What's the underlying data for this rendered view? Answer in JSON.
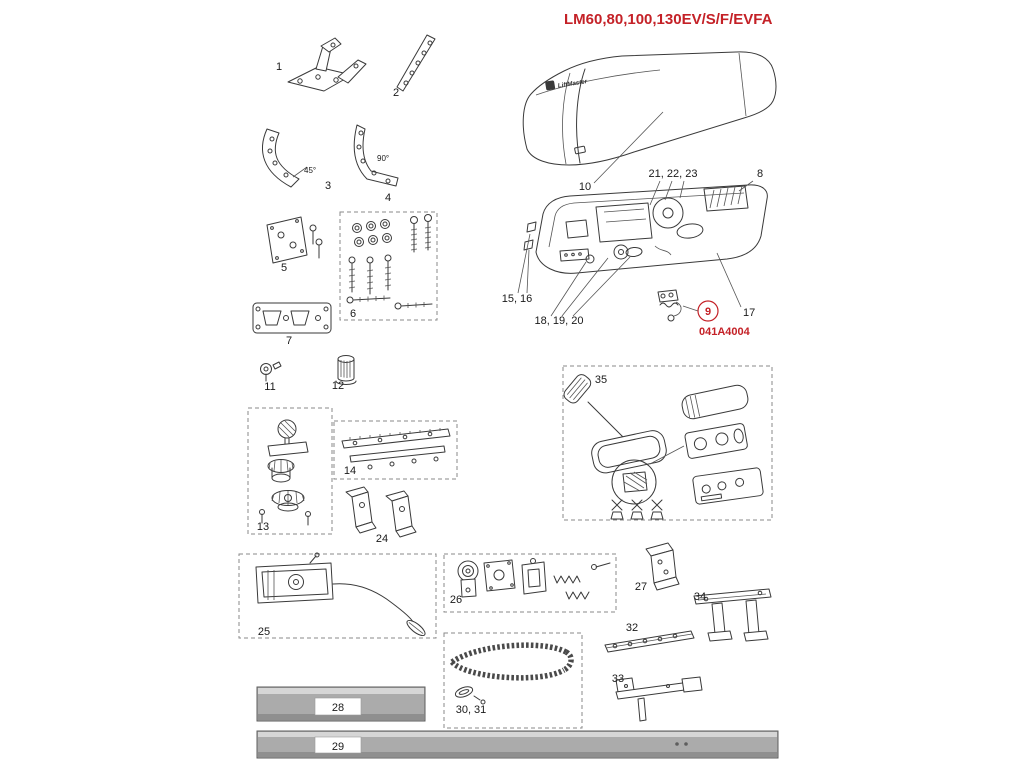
{
  "title": "LM60,80,100,130EV/S/F/EVFA",
  "logo": "LiftMaster",
  "code": "041A4004",
  "colors": {
    "red": "#c42127",
    "line": "#3a3a3a",
    "rail": "#ababab"
  },
  "labels": {
    "p1": "1",
    "p2": "2",
    "p3": "3",
    "p4": "4",
    "p5": "5",
    "p6": "6",
    "p7": "7",
    "p8": "8",
    "p9": "9",
    "p10": "10",
    "p11": "11",
    "p12": "12",
    "p13": "13",
    "p14": "14",
    "p15_16": "15, 16",
    "p17": "17",
    "p18_19_20": "18, 19, 20",
    "p21_22_23": "21, 22, 23",
    "p24": "24",
    "p25": "25",
    "p26": "26",
    "p27": "27",
    "p28": "28",
    "p29": "29",
    "p30_31": "30, 31",
    "p32": "32",
    "p33": "33",
    "p34": "34",
    "p35": "35",
    "angle45": "45°",
    "angle90": "90°"
  }
}
